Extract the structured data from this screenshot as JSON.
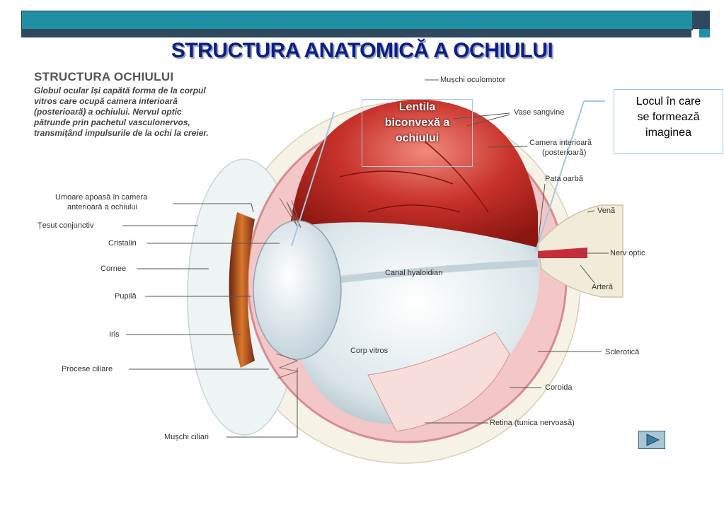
{
  "header": {
    "title": "STRUCTURA ANATOMICĂ A OCHIULUI"
  },
  "intro": {
    "heading": "STRUCTURA OCHIULUI",
    "text": "Globul ocular își capătă forma de la corpul vitros care ocupă camera interioară (posterioară) a ochiului. Nervul optic pătrunde prin pachetul vasculonervos, transmițând impulsurile de la ochi la creier."
  },
  "labels": {
    "muschi_oculomotor": "Mușchi oculomotor",
    "vase_sangvine": "Vase sangvine",
    "camera_interioara_1": "Camera interioară",
    "camera_interioara_2": "(posterioară)",
    "pata_oarba": "Pata oarbă",
    "vena": "Venă",
    "nerv_optic": "Nerv optic",
    "artera": "Arteră",
    "sclerotica": "Sclerotică",
    "coroida": "Coroida",
    "retina": "Retina (tunica nervoasă)",
    "umoare_1": "Umoare apoasă în camera",
    "umoare_2": "anterioară a ochiului",
    "tesut_conjunctiv": "Țesut conjunctiv",
    "cristalin": "Cristalin",
    "cornee": "Cornee",
    "pupila": "Pupilă",
    "iris": "Iris",
    "procese_ciliare": "Procese ciliare",
    "muschi_ciliari": "Mușchi ciliari",
    "canal_hyaloidian": "Canal hyaloidian",
    "corp_vitros": "Corp vitros"
  },
  "callouts": {
    "lens_line1": "Lentila",
    "lens_line2": "biconvexă a",
    "lens_line3": "ochiului",
    "locus_line1": "Locul în care",
    "locus_line2": "se formează",
    "locus_line3": "imaginea"
  },
  "nav": {
    "next_icon": "play-triangle-icon"
  },
  "colors": {
    "header_teal": "#1e8fa3",
    "header_dark": "#2f4a5e",
    "title_blue": "#0b1f8a",
    "callout_border": "#9ecbe0"
  }
}
